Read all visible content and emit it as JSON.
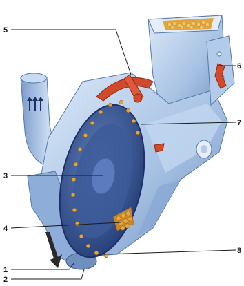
{
  "figure": {
    "callouts": {
      "c1": "1",
      "c2": "2",
      "c3": "3",
      "c4": "4",
      "c5": "5",
      "c6": "6",
      "c7": "7",
      "c8": "8"
    },
    "colors": {
      "housing": "#a9c4e4",
      "housing_shadow": "#6f8fbf",
      "housing_light": "#d9e8f7",
      "chain_belt": "#1e2f66",
      "seed": "#e2a63a",
      "adjuster_red": "#d24a2c",
      "flow_arrow": "#2a2a2a",
      "leader_line": "#1a1a1a"
    },
    "icons": [
      "flow-down-arrow-icon",
      "air-up-arrows-icon"
    ]
  }
}
